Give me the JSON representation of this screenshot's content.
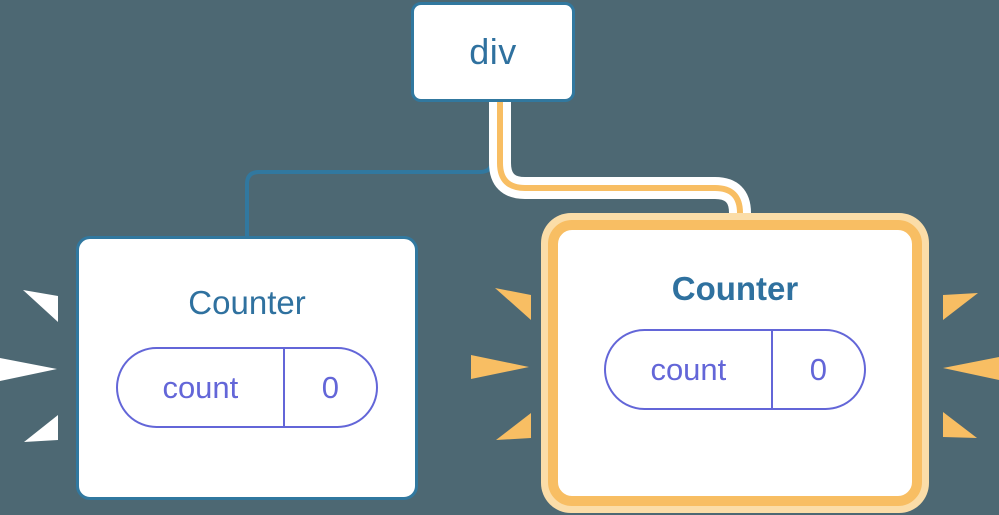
{
  "diagram": {
    "type": "component-tree",
    "description": "React component tree showing a div parent with two Counter children; the right Counter is highlighted as re-rendered",
    "background_color": "#4d6873"
  },
  "root": {
    "label": "div",
    "border_color": "#31789f",
    "text_color": "#2f719f"
  },
  "nodes": [
    {
      "id": "counter-left",
      "title": "Counter",
      "highlighted": false,
      "bold_title": true,
      "border_color": "#31789f",
      "title_color": "#2f719f",
      "prop": {
        "name": "count",
        "value": "0",
        "color": "#6366d8"
      },
      "sparkle_color": "#ffffff",
      "sparkle_side": "left",
      "connector_color": "#31789f"
    },
    {
      "id": "counter-right",
      "title": "Counter",
      "highlighted": true,
      "bold_title": true,
      "border_color": "#f8be63",
      "glow_color": "#fbdda8",
      "title_color": "#2f719f",
      "prop": {
        "name": "count",
        "value": "0",
        "color": "#6366d8"
      },
      "sparkle_color": "#f8be63",
      "sparkle_side": "both",
      "connector_color": "#f8be63"
    }
  ],
  "connectors": [
    {
      "from": "div",
      "to": "counter-left",
      "color": "#31789f",
      "style": "elbow"
    },
    {
      "from": "div",
      "to": "counter-right",
      "color": "#f8be63",
      "style": "elbow",
      "casing": "#ffffff"
    }
  ],
  "colors": {
    "background": "#4d6873",
    "blue": "#31789f",
    "blue_text": "#2f719f",
    "orange": "#f8be63",
    "orange_glow": "#fbdda8",
    "purple": "#6366d8",
    "white": "#ffffff"
  }
}
